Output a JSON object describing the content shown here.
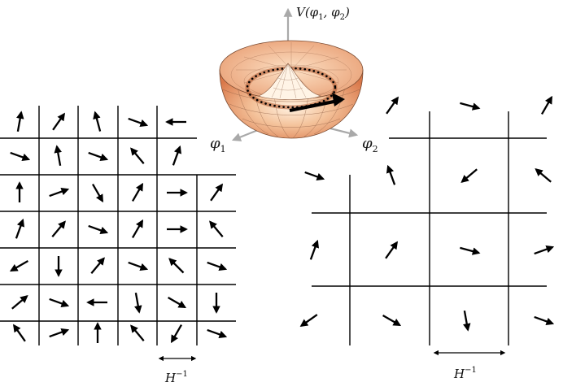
{
  "potential": {
    "axis_label_main": "V(φ",
    "axis_label_sub1": "1",
    "axis_label_mid": ", φ",
    "axis_label_sub2": "2",
    "axis_label_end": ")",
    "phi1_label": "φ",
    "phi1_sub": "1",
    "phi2_label": "φ",
    "phi2_sub": "2",
    "bowl_color": "#e9a57a",
    "axis_color": "#a9a9a9"
  },
  "left_lattice": {
    "scale_label": "H",
    "scale_exp": "−1",
    "arrow_angles_deg": [
      [
        -80,
        -55,
        -105,
        20,
        180
      ],
      [
        20,
        -100,
        20,
        -130,
        -70
      ],
      [
        -90,
        -20,
        60,
        -60,
        0,
        -55
      ],
      [
        -70,
        -50,
        20,
        -60,
        0,
        -130
      ],
      [
        150,
        90,
        -50,
        20,
        -135,
        20
      ],
      [
        -40,
        20,
        180,
        80,
        30,
        90
      ],
      [
        -125,
        -20,
        -90,
        -130,
        120,
        20
      ]
    ]
  },
  "right_lattice": {
    "scale_label": "H",
    "scale_exp": "−1",
    "arrow_angles_deg": [
      [
        -55,
        15,
        -60
      ],
      [
        20,
        -110,
        140,
        -140
      ],
      [
        -70,
        -55,
        15,
        -20
      ],
      [
        145,
        30,
        80,
        20
      ]
    ]
  },
  "colors": {
    "line": "#000000",
    "arrow": "#000000"
  }
}
